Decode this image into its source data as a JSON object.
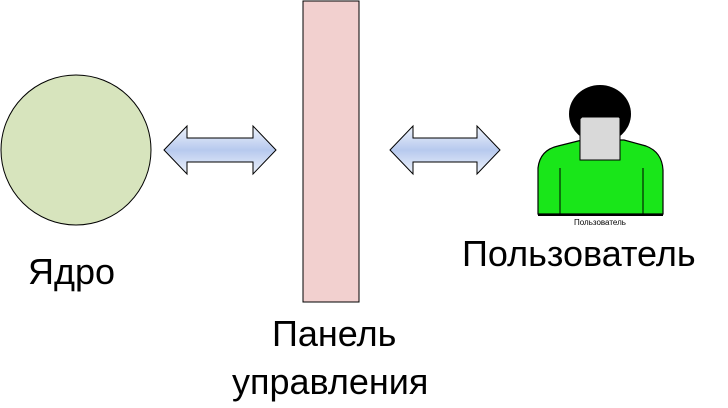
{
  "diagram": {
    "kernel": {
      "label": "Ядро",
      "fill": "#d7e4bd",
      "stroke": "#000000"
    },
    "control_panel": {
      "label_line1": "Панель",
      "label_line2": "управления",
      "fill": "#f2d0cf",
      "stroke": "#000000"
    },
    "user": {
      "label": "Пользователь",
      "icon_caption": "Пользователь",
      "icon_name": "user-icon",
      "body_color": "#19e619",
      "hair_color": "#000000",
      "face_color": "#d9d9d9"
    },
    "arrows": {
      "icon_name": "double-arrow-icon",
      "fill_edge": "#eef3fb",
      "fill_center": "#b7c9ee",
      "stroke": "#000000"
    }
  }
}
